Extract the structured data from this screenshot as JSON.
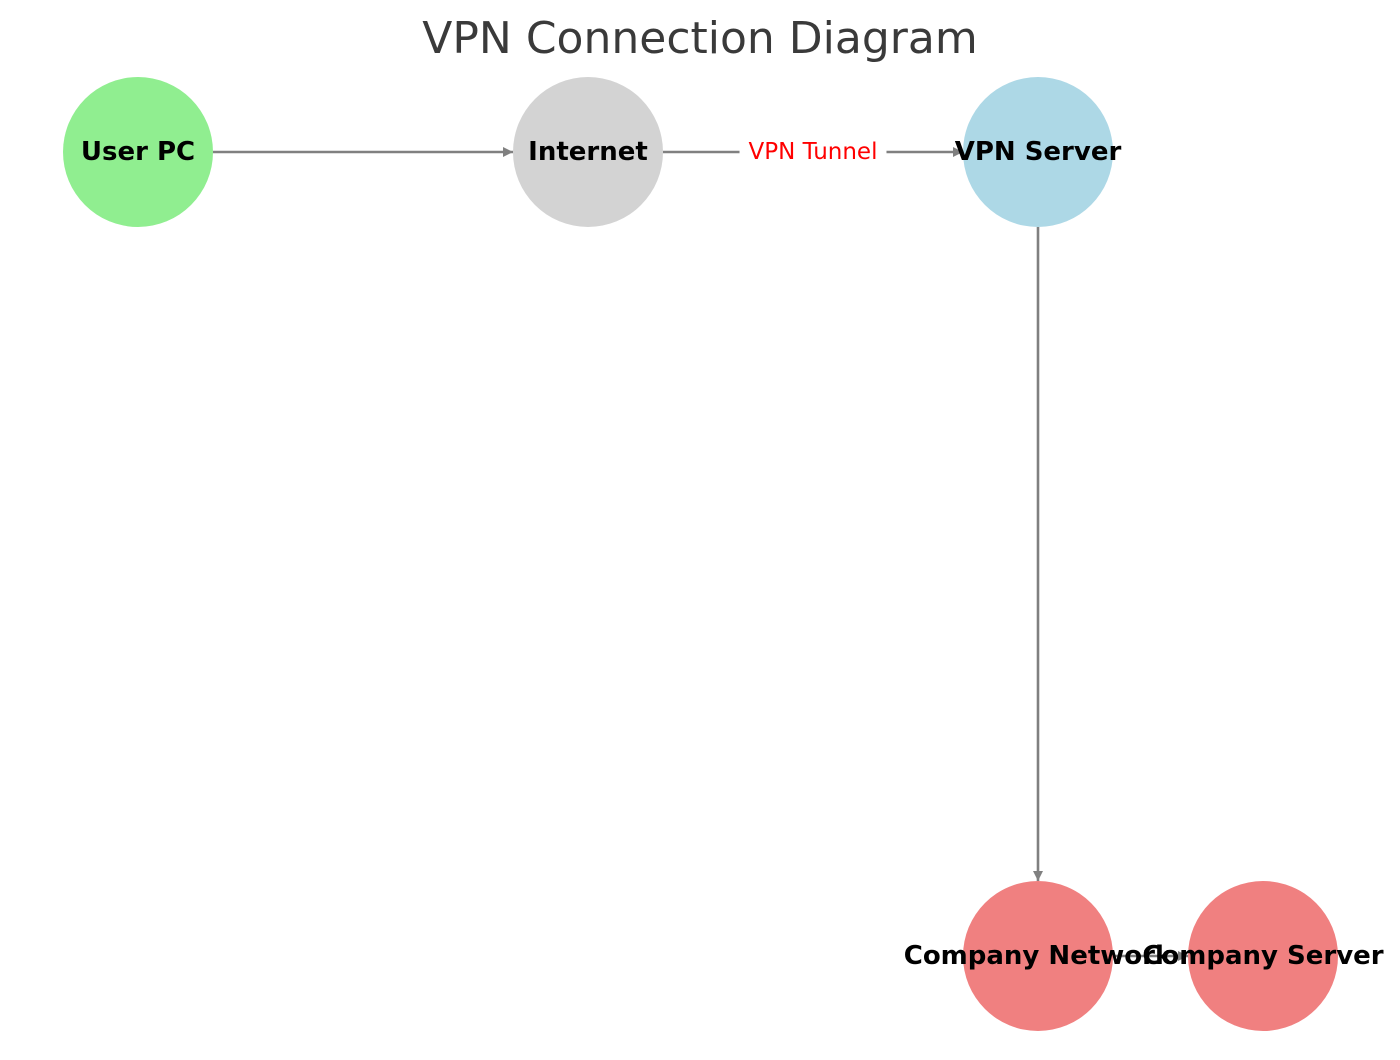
{
  "title": "VPN Connection Diagram",
  "colors": {
    "edge": "#808080",
    "edge_label": "#ff0000",
    "node_label": "#000000"
  },
  "nodes": [
    {
      "id": "user_pc",
      "label": "User PC",
      "color": "#90ee90"
    },
    {
      "id": "internet",
      "label": "Internet",
      "color": "#d3d3d3"
    },
    {
      "id": "vpn_server",
      "label": "VPN Server",
      "color": "#add8e6"
    },
    {
      "id": "company_network",
      "label": "Company Network",
      "color": "#f08080"
    },
    {
      "id": "company_server",
      "label": "Company Server",
      "color": "#f08080"
    }
  ],
  "edges": [
    {
      "from": "user_pc",
      "to": "internet",
      "label": ""
    },
    {
      "from": "internet",
      "to": "vpn_server",
      "label": "VPN Tunnel"
    },
    {
      "from": "vpn_server",
      "to": "company_network",
      "label": ""
    },
    {
      "from": "company_network",
      "to": "company_server",
      "label": ""
    }
  ]
}
